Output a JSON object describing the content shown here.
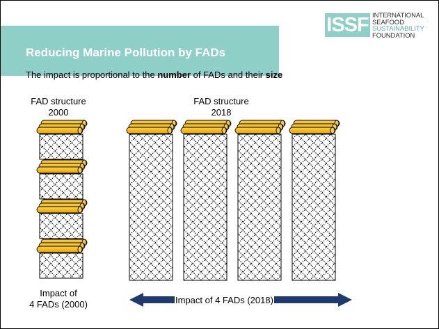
{
  "slide": {
    "title": "Reducing Marine Pollution by FADs",
    "logo": {
      "mark": "ISSF",
      "lines": [
        "INTERNATIONAL",
        "SEAFOOD",
        "SUSTAINABILITY",
        "FOUNDATION"
      ]
    },
    "subtitle": {
      "part1": "The impact is proportional to the ",
      "bold1": "number",
      "part2": " of FADs and their ",
      "bold2": "size"
    },
    "left_caption": {
      "line1": "FAD structure",
      "line2": "2000"
    },
    "right_caption": {
      "line1": "FAD structure",
      "line2": "2018"
    },
    "left_impact": {
      "line1": "Impact of",
      "line2": "4 FADs (2000)"
    },
    "right_impact": "Impact of 4 FADs (2018)"
  },
  "colors": {
    "accent": "#8ecfc7",
    "float": "#f6b50f",
    "arrow": "#1f3a6e"
  }
}
